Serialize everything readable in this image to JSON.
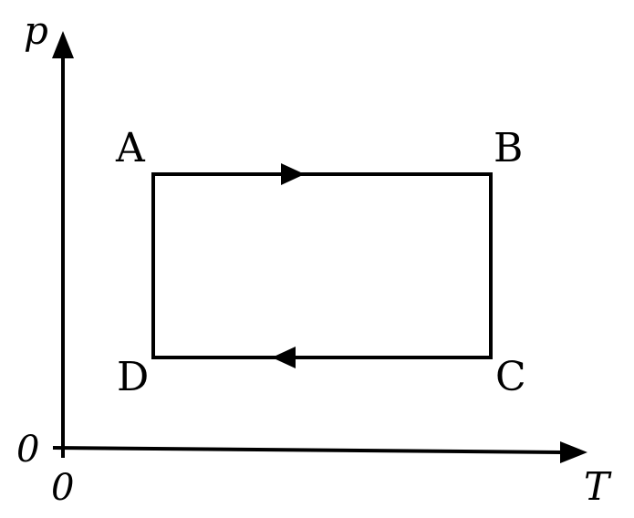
{
  "axes": {
    "y_label": "p",
    "x_label": "T",
    "origin_y_label": "0",
    "origin_x_label": "0"
  },
  "points": {
    "a": "A",
    "b": "B",
    "c": "C",
    "d": "D"
  },
  "cycle": {
    "order": [
      "A",
      "B",
      "C",
      "D"
    ],
    "direction": "clockwise"
  },
  "colors": {
    "ink": "#000000",
    "background": "#ffffff"
  }
}
